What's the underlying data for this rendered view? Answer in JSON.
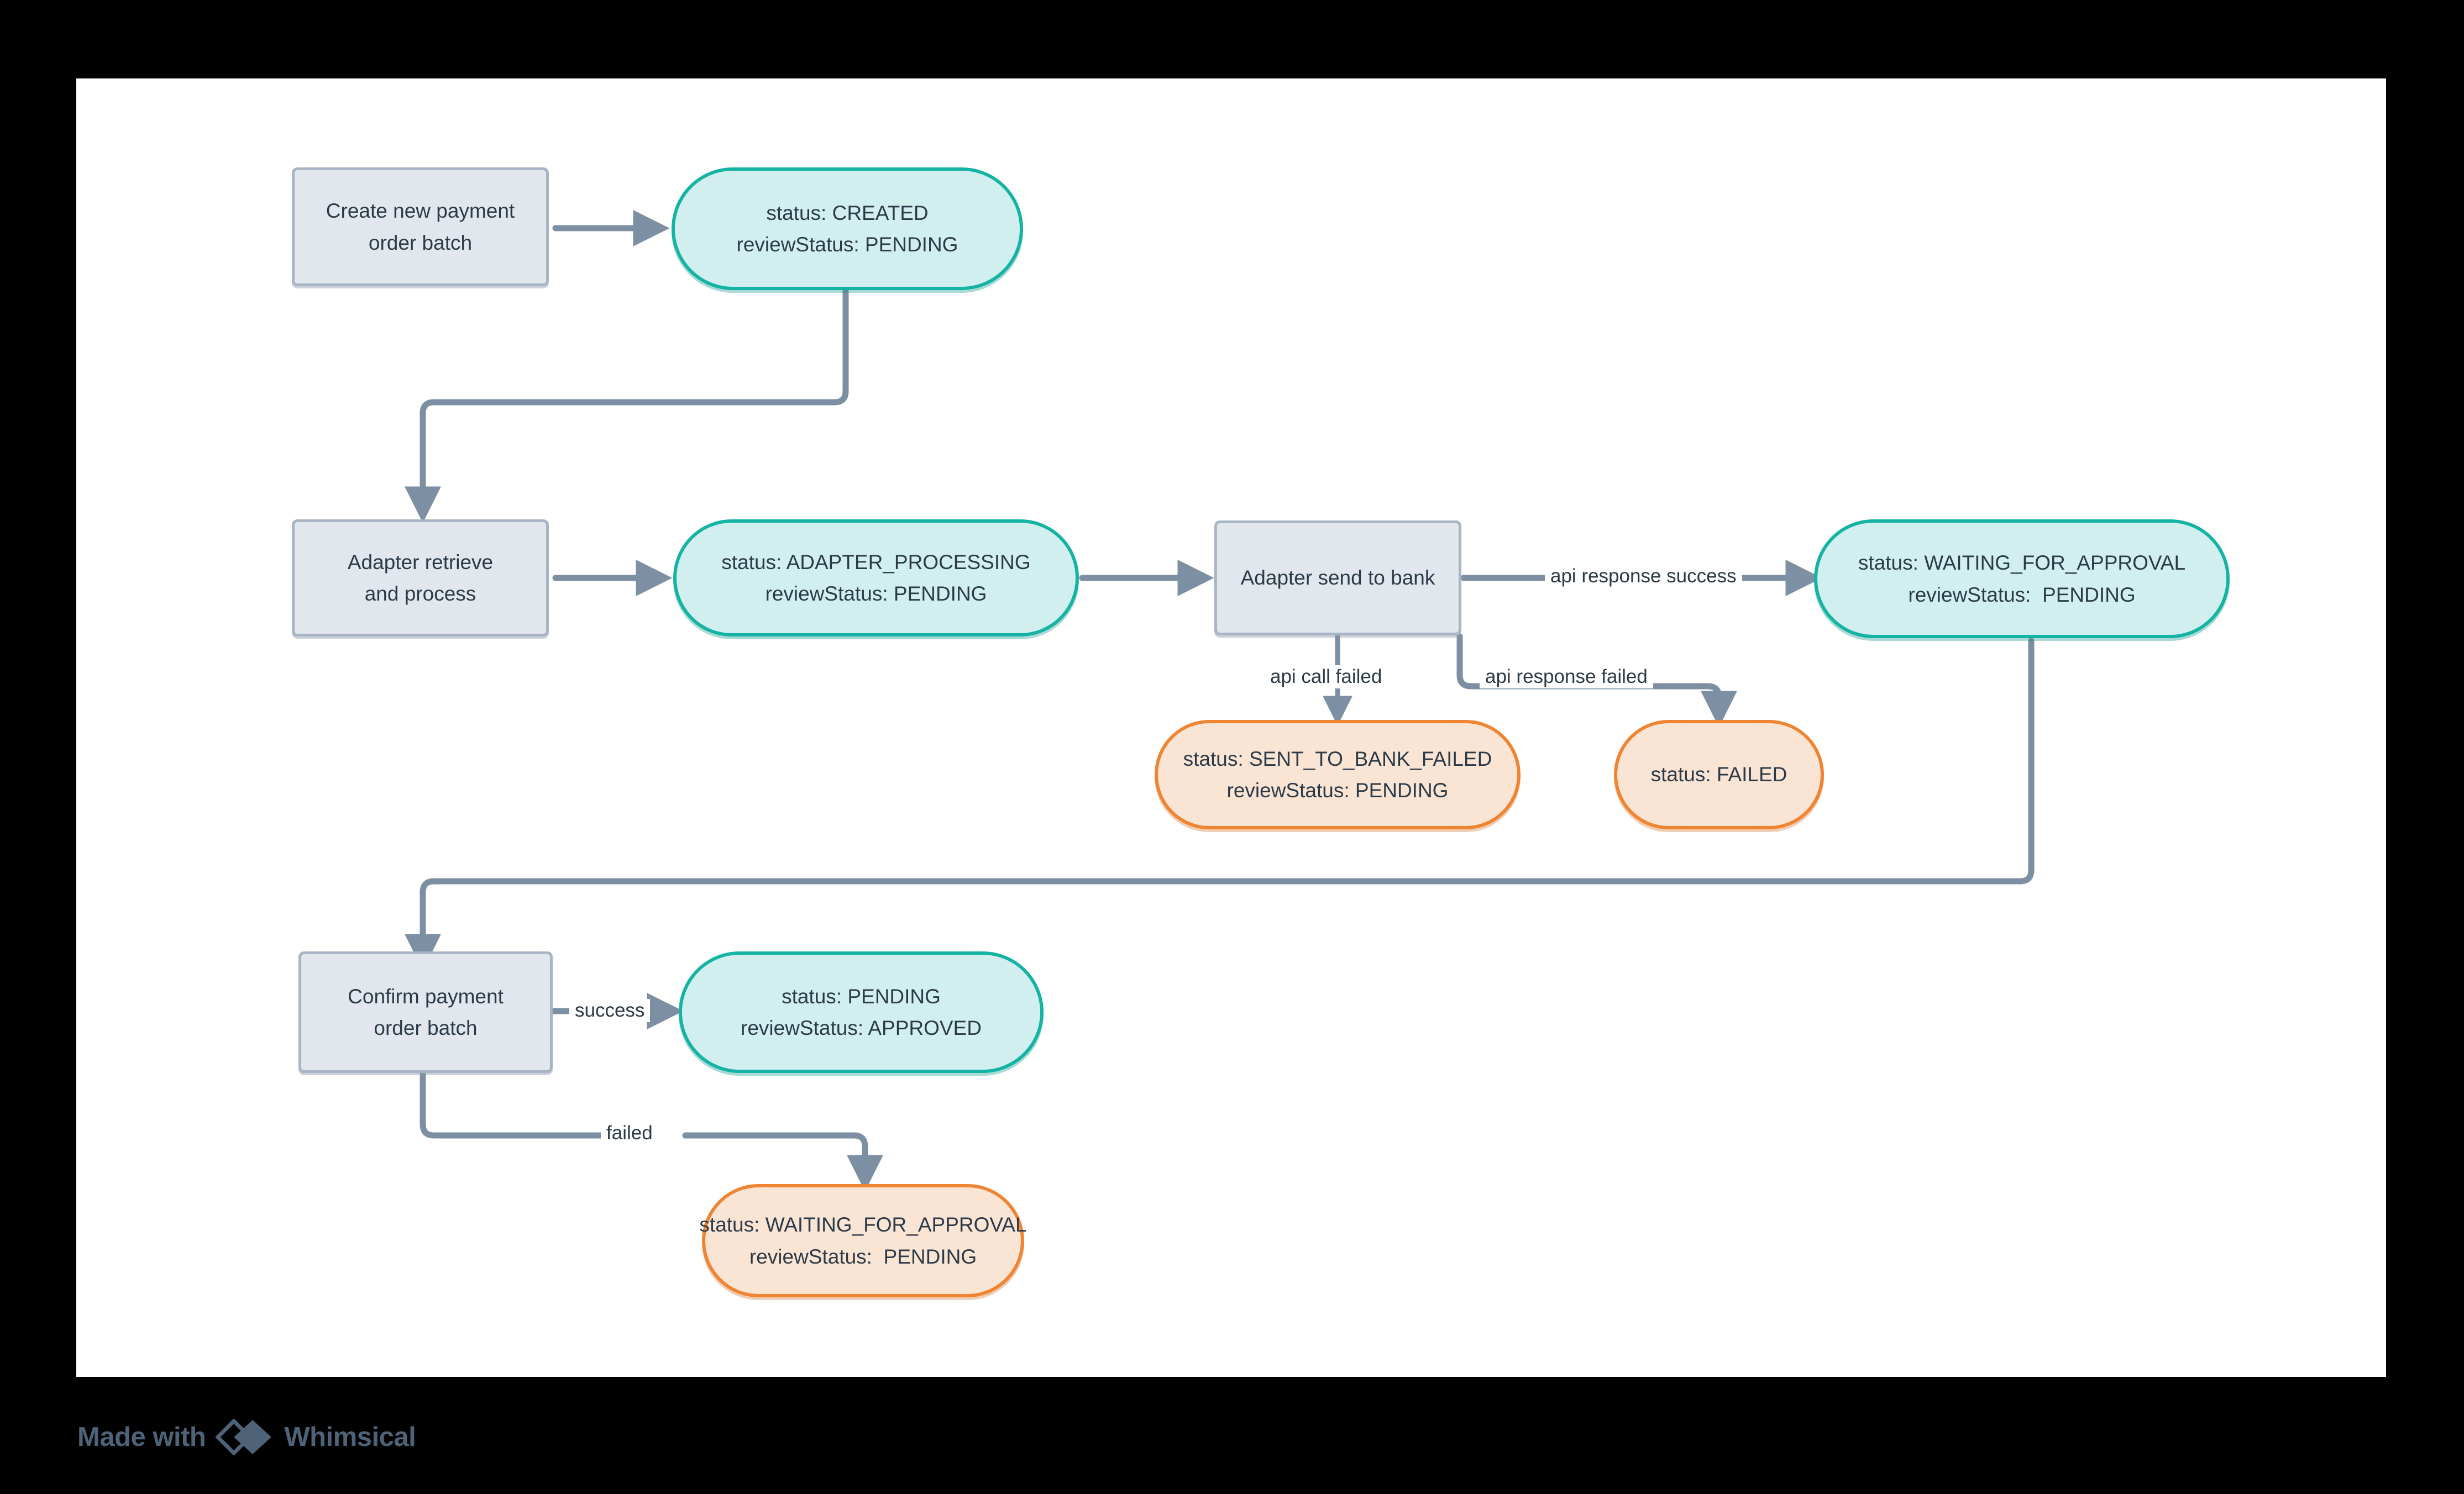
{
  "canvas": {
    "background": "#ffffff",
    "page_background": "#000000"
  },
  "colors": {
    "box_fill": "#e2e6ed",
    "box_border": "#a7b5c4",
    "teal_fill": "#d2eff0",
    "teal_border": "#15b3a3",
    "orange_fill": "#fae4d4",
    "orange_border": "#ef8432",
    "edge_stroke": "#7d8fa3",
    "text": "#2b3a47",
    "footer_text": "#4e6278"
  },
  "nodes": [
    {
      "id": "create-payment-order-batch",
      "type": "process",
      "lines": [
        "Create new payment",
        "order batch"
      ]
    },
    {
      "id": "status-created",
      "type": "state-teal",
      "lines": [
        "status: CREATED",
        "reviewStatus: PENDING"
      ]
    },
    {
      "id": "adapter-retrieve-and-process",
      "type": "process",
      "lines": [
        "Adapter retrieve",
        "and process"
      ]
    },
    {
      "id": "status-adapter-processing",
      "type": "state-teal",
      "lines": [
        "status: ADAPTER_PROCESSING",
        "reviewStatus: PENDING"
      ]
    },
    {
      "id": "adapter-send-to-bank",
      "type": "process",
      "lines": [
        "Adapter send to bank"
      ]
    },
    {
      "id": "status-waiting-for-approval",
      "type": "state-teal",
      "lines": [
        "status: WAITING_FOR_APPROVAL",
        "reviewStatus:  PENDING"
      ]
    },
    {
      "id": "status-sent-to-bank-failed",
      "type": "state-orange",
      "lines": [
        "status: SENT_TO_BANK_FAILED",
        "reviewStatus: PENDING"
      ]
    },
    {
      "id": "status-failed",
      "type": "state-orange",
      "lines": [
        "status: FAILED"
      ]
    },
    {
      "id": "confirm-payment-order-batch",
      "type": "process",
      "lines": [
        "Confirm payment",
        "order batch"
      ]
    },
    {
      "id": "status-pending-approved",
      "type": "state-teal",
      "lines": [
        "status: PENDING",
        "reviewStatus: APPROVED"
      ]
    },
    {
      "id": "status-waiting-for-approval-failed",
      "type": "state-orange",
      "lines": [
        "status: WAITING_FOR_APPROVAL",
        "reviewStatus:  PENDING"
      ]
    }
  ],
  "edge_labels": {
    "api_response_success": "api response success",
    "api_call_failed": "api call failed",
    "api_response_failed": "api response failed",
    "success": "success",
    "failed": "failed"
  },
  "footer": {
    "made_with": "Made with",
    "brand": "Whimsical"
  }
}
